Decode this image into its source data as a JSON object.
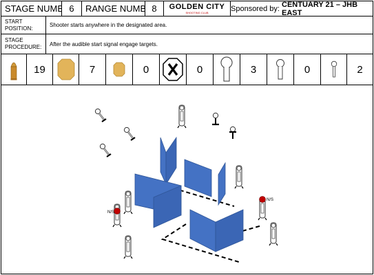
{
  "header": {
    "stage_number_label": "STAGE NUMBER:",
    "stage_number": "6",
    "range_number_label": "RANGE NUMBER:",
    "range_number": "8",
    "club_name": "GOLDEN CITY",
    "club_subtitle": "SHOOTING CLUB",
    "sponsor_prefix": "Sponsored by: ",
    "sponsor_name": "CENTUARY 21 – JHB EAST"
  },
  "start_position": {
    "label": "START POSITION:",
    "text": "Shooter starts anywhere in the designated area."
  },
  "stage_procedure": {
    "label": "STAGE PROCEDURE:",
    "text": "After the audible start signal engage targets."
  },
  "counts": {
    "rounds": "19",
    "paper_targets": "7",
    "mini_paper_targets": "0",
    "no_shoot": "0",
    "large_poppers": "3",
    "medium_poppers": "0",
    "small_poppers": "2"
  },
  "icons": [
    "bullet-icon",
    "ipsc-target-icon",
    "mini-target-icon",
    "no-shoot-icon",
    "large-popper-icon",
    "medium-popper-icon",
    "small-popper-icon"
  ],
  "diagram": {
    "no_shoot_left": "N/S",
    "no_shoot_right": "N/S"
  },
  "colors": {
    "wall": "#4472c4",
    "wall_dark": "#2f5597",
    "target_tan": "#e2b45a",
    "no_shoot_red": "#c00000",
    "club_gold": "#c9a227"
  }
}
